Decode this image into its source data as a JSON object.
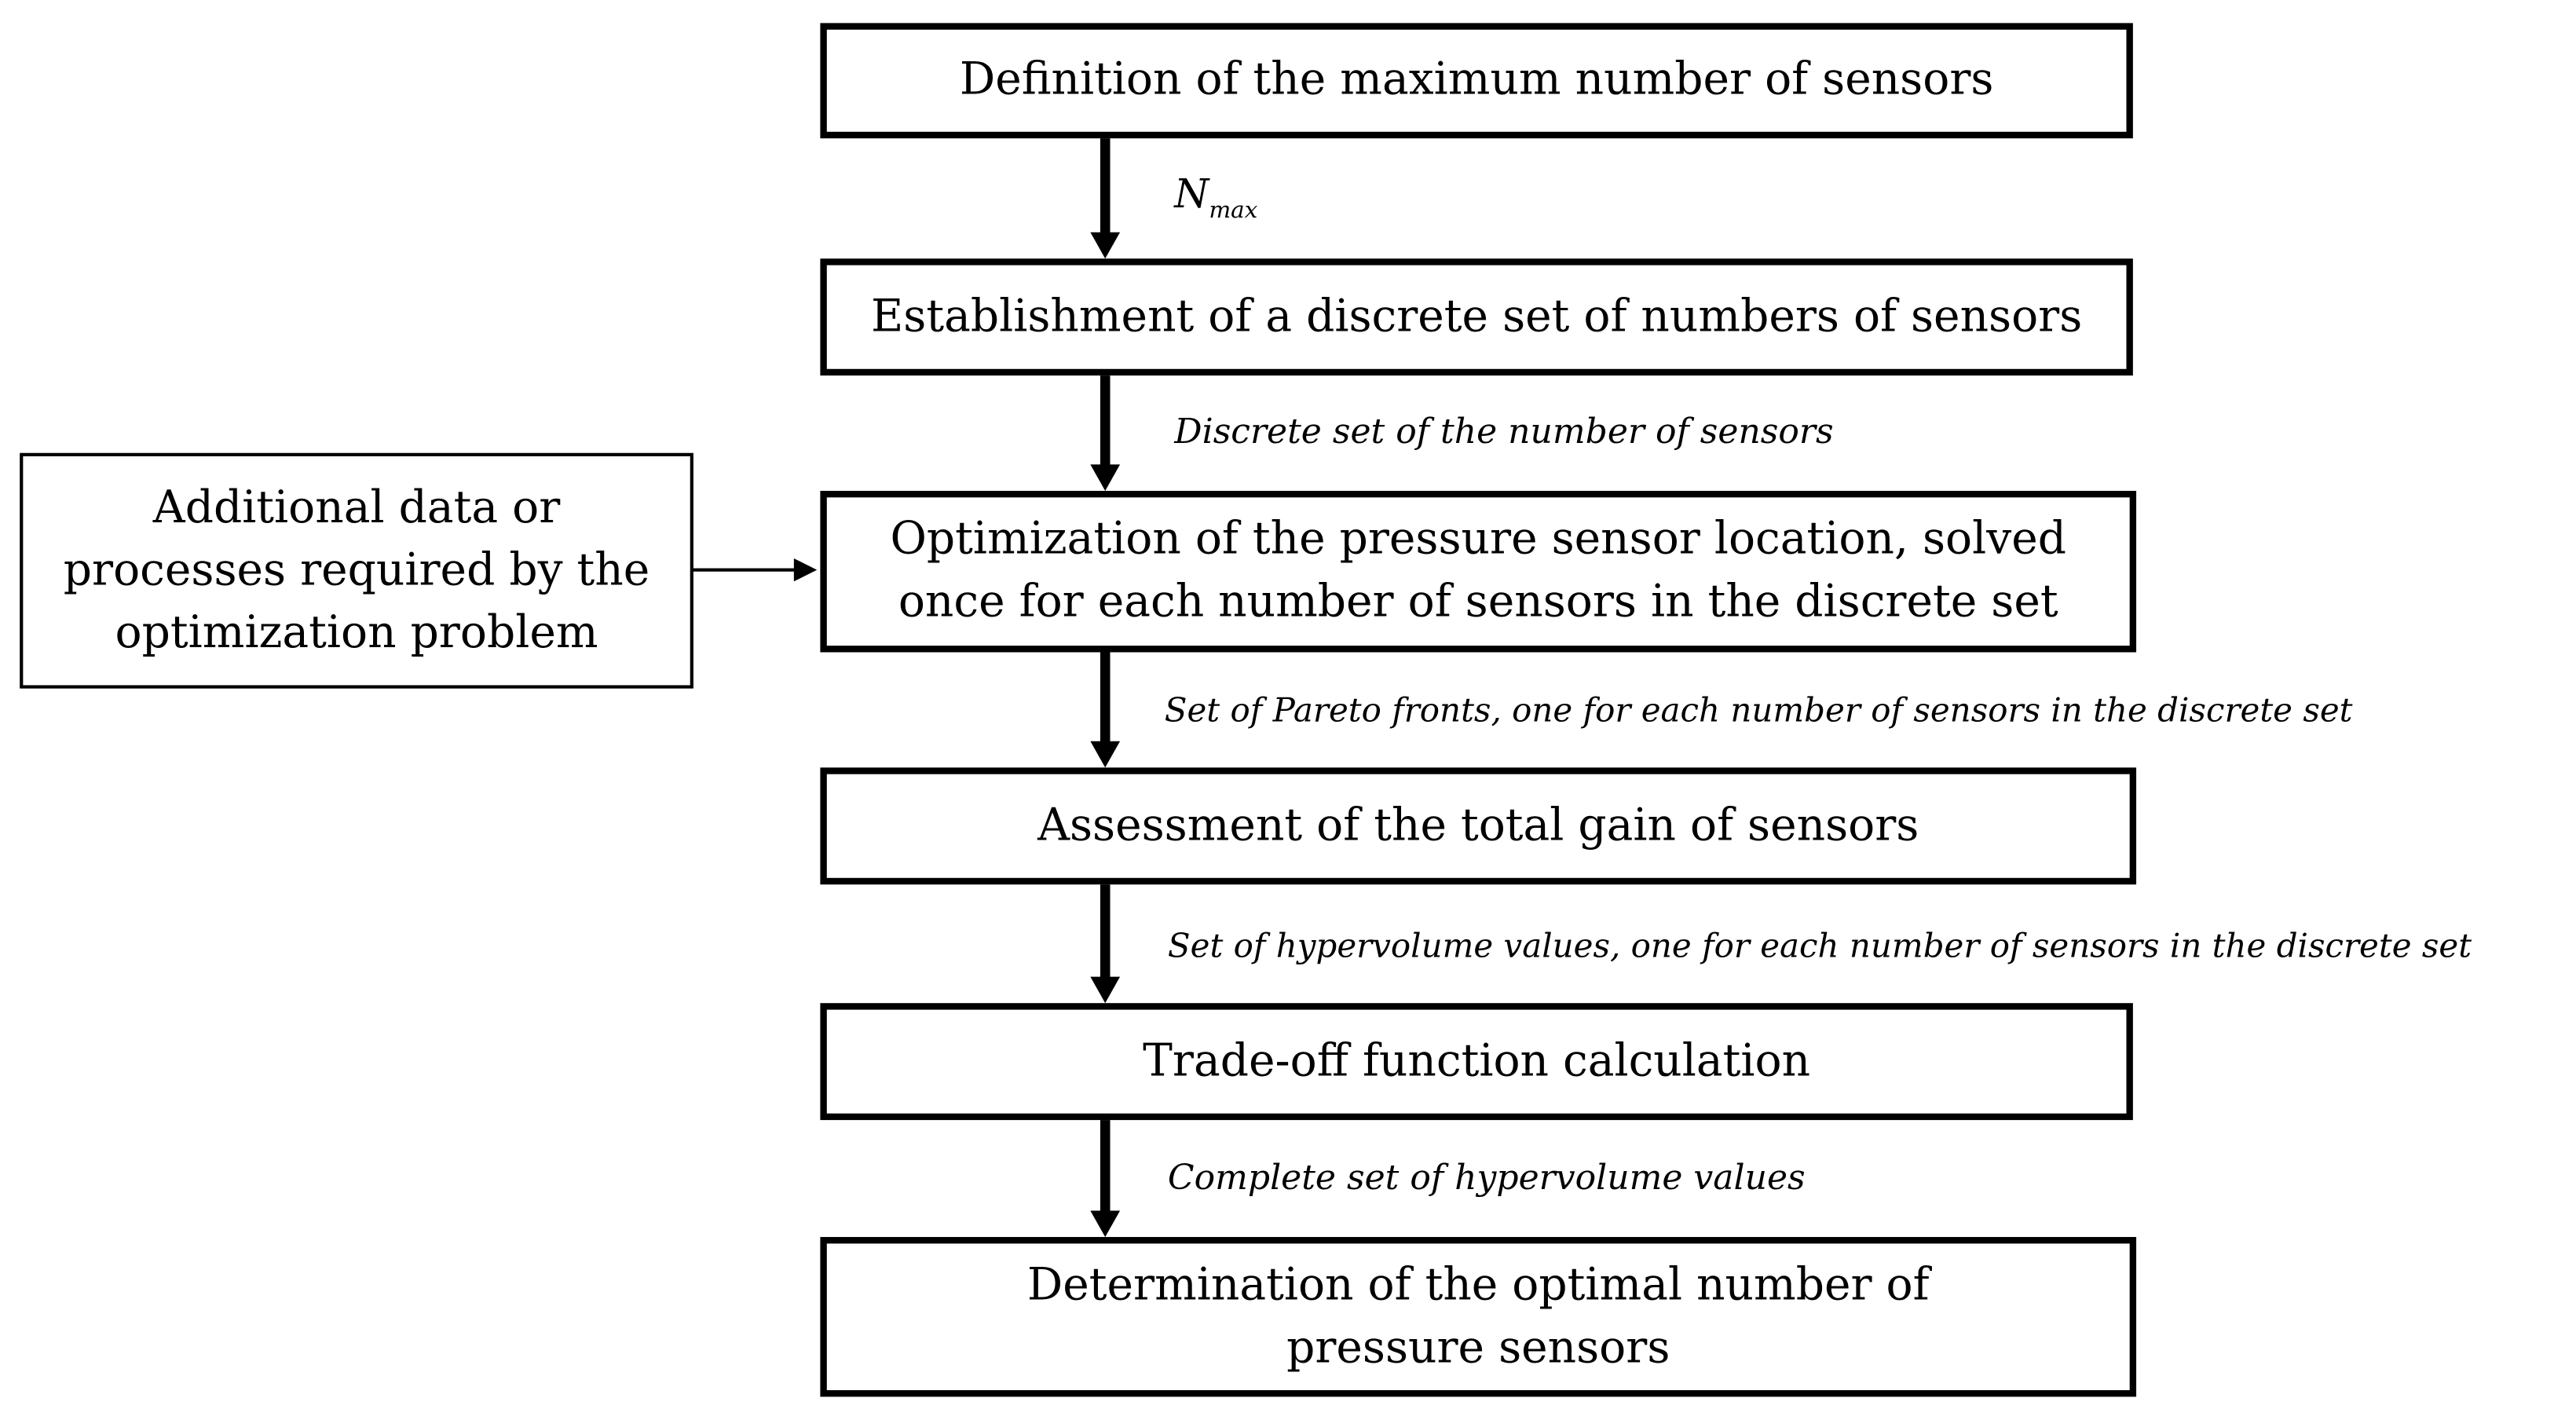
{
  "steps": [
    "Definition of the maximum number of sensors",
    "Establishment of a discrete set of numbers of sensors",
    "Optimization of the pressure sensor location, solved once for each number of sensors in the discrete set",
    "Assessment of the total gain of sensors",
    "Trade-off function calculation",
    "Determination of the optimal number of pressure sensors"
  ],
  "side_input": "Additional data or processes required by the optimization problem",
  "flows": {
    "nmax_main": "N",
    "nmax_sub": "max",
    "discrete_set": "Discrete set of the number of sensors",
    "pareto": "Set of Pareto fronts, one for each number of sensors in the discrete set",
    "hypervolume": "Set of hypervolume values, one for each number of sensors in the discrete set",
    "complete": "Complete set of hypervolume values"
  }
}
